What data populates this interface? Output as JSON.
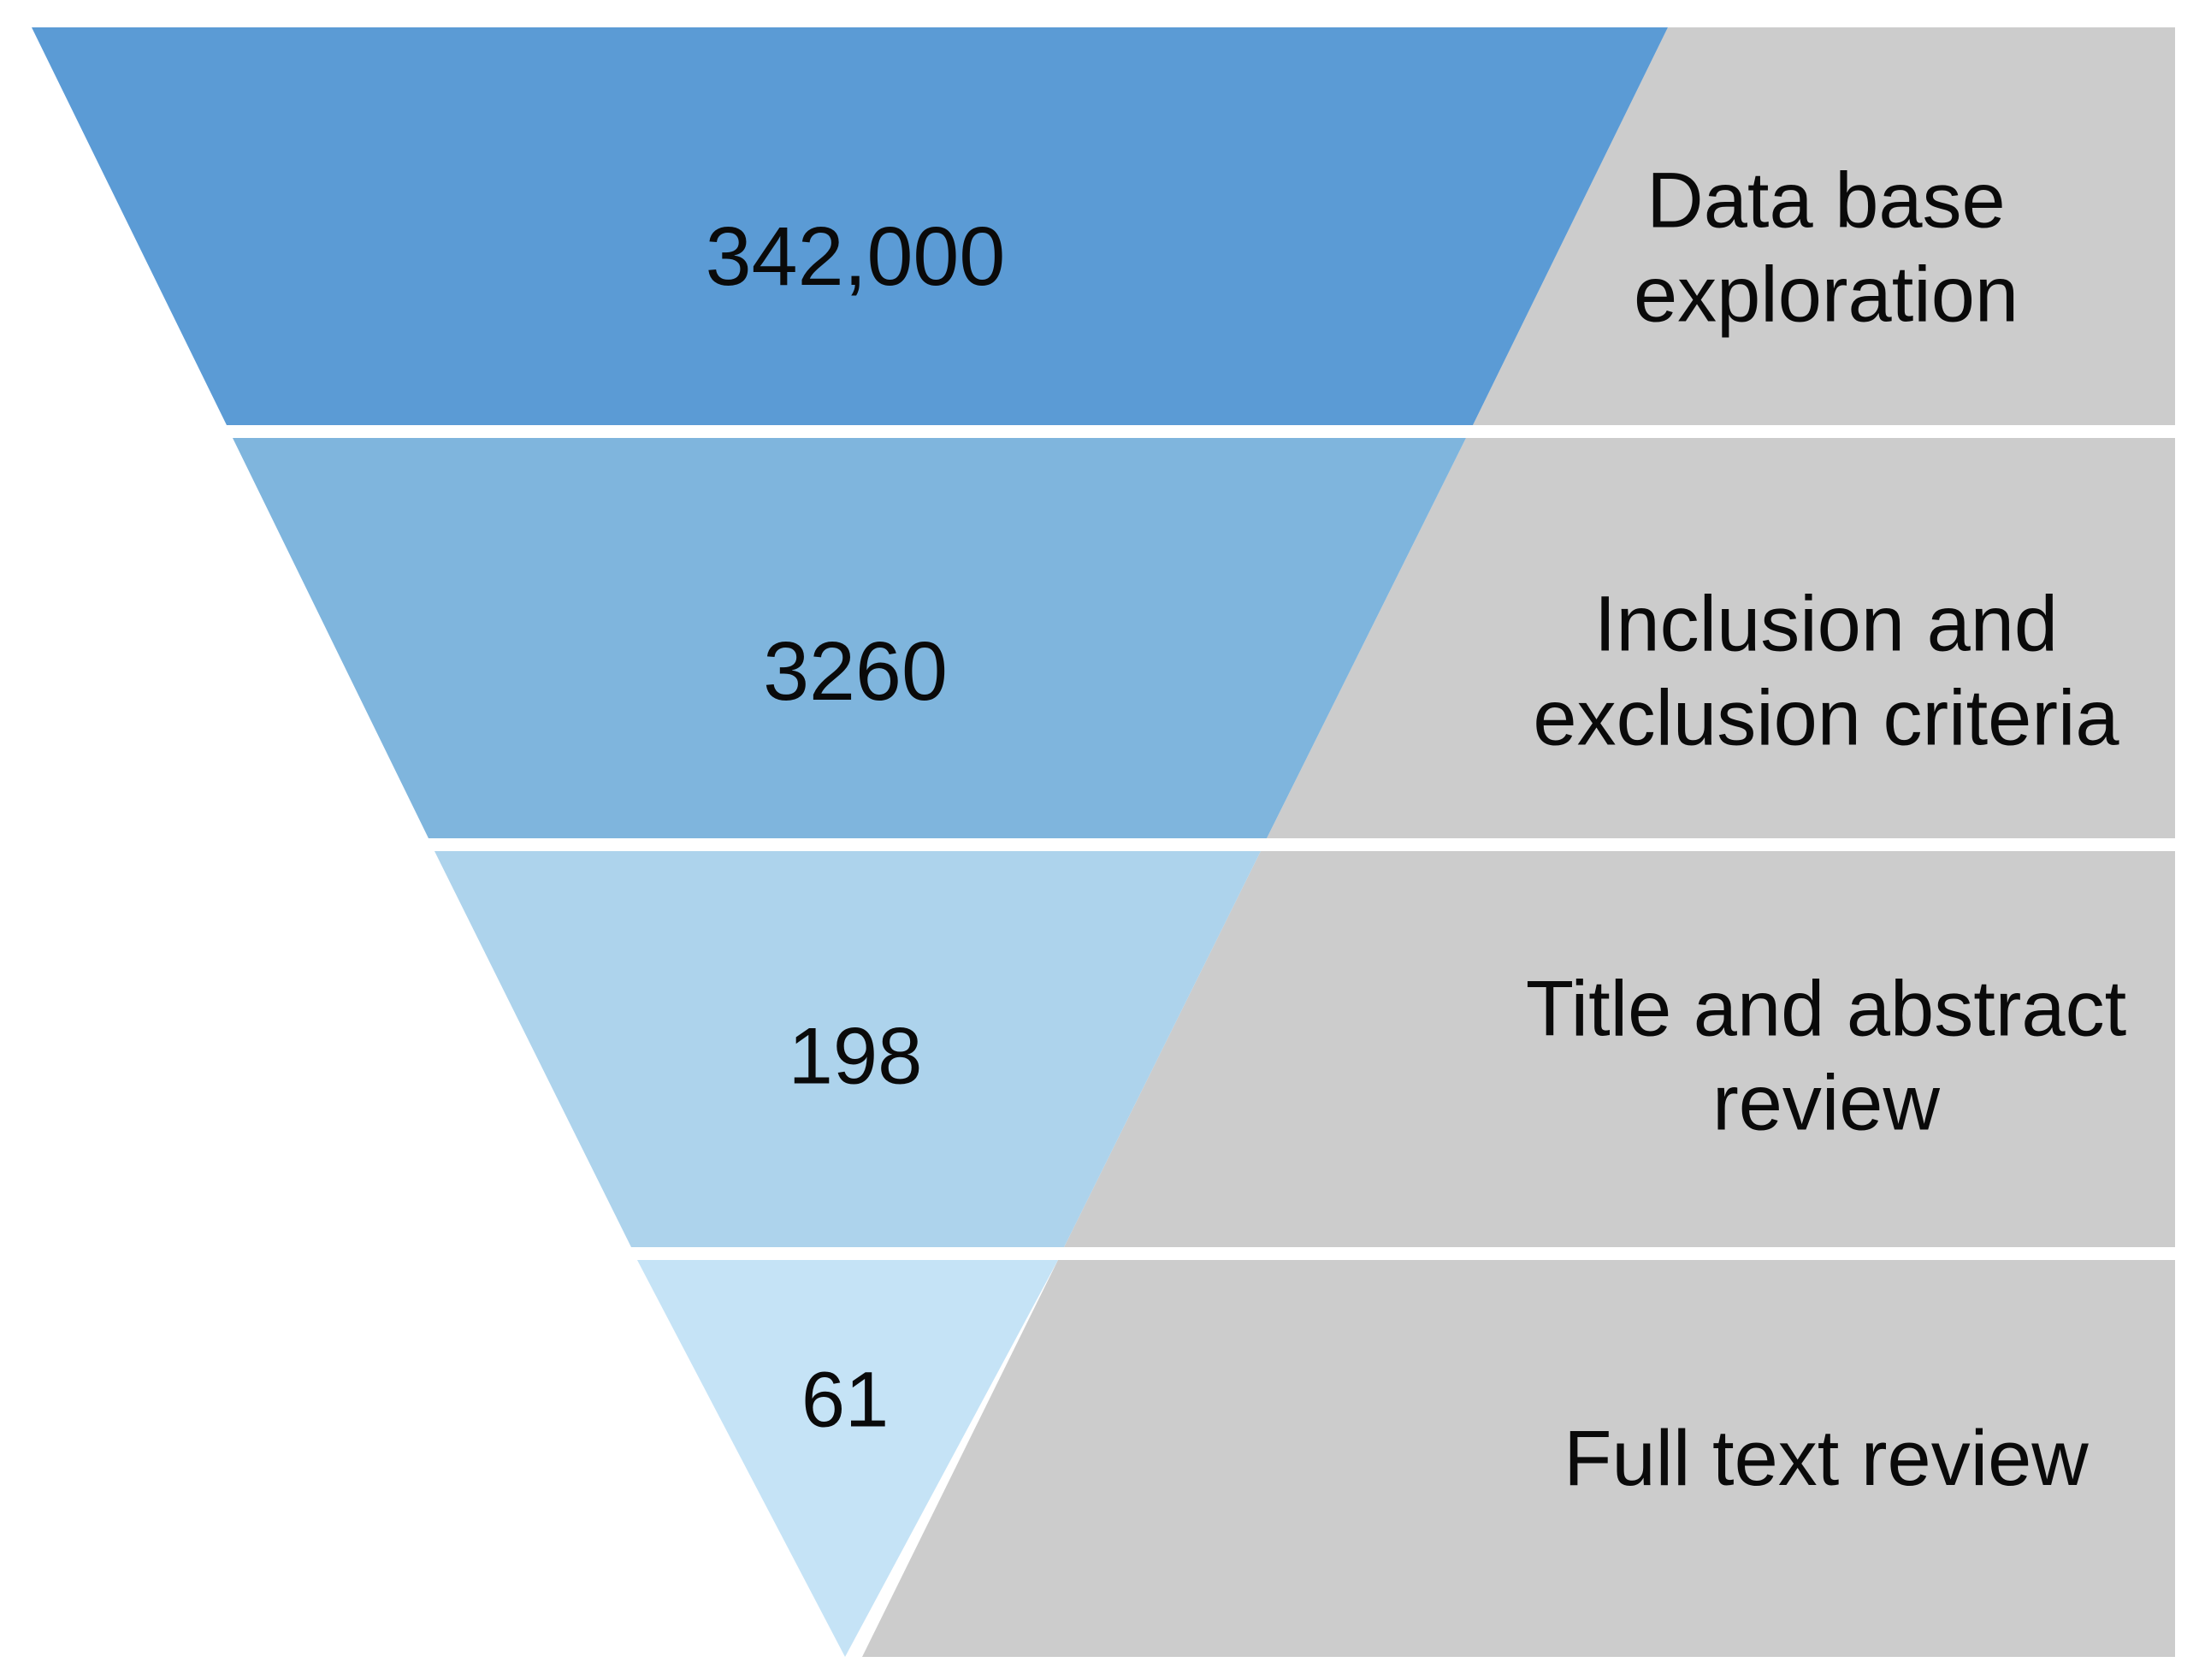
{
  "figure": {
    "type": "funnel",
    "background_color": "#ffffff",
    "label_panel_color": "#cccccc",
    "separator_color": "#ffffff",
    "text_color": "#0a0a0a"
  },
  "chart_data": {
    "type": "funnel",
    "title": "",
    "xlabel": "",
    "ylabel": "",
    "categories": [
      "Data base exploration",
      "Inclusion and exclusion criteria",
      "Title and abstract review",
      "Full text review"
    ],
    "values": [
      342000,
      3260,
      198,
      61
    ],
    "value_labels": [
      "342,000",
      "3260",
      "198",
      "61"
    ],
    "colors": [
      "#5b9bd5",
      "#7fb5dd",
      "#add3ec",
      "#c5e3f6"
    ],
    "legend": "none",
    "grid": false,
    "orientation": "vertical-inverted"
  },
  "stages": [
    {
      "count": "342,000",
      "label_line1": "Data base",
      "label_line2": "exploration",
      "label_full": "Data base exploration",
      "color": "#5b9bd5"
    },
    {
      "count": "3260",
      "label_line1": "Inclusion and",
      "label_line2": "exclusion criteria",
      "label_full": "Inclusion and exclusion criteria",
      "color": "#7fb5dd"
    },
    {
      "count": "198",
      "label_line1": "Title and abstract",
      "label_line2": "review",
      "label_full": "Title and abstract review",
      "color": "#add3ec"
    },
    {
      "count": "61",
      "label_line1": "Full text review",
      "label_line2": "",
      "label_full": "Full text review",
      "color": "#c5e3f6"
    }
  ]
}
